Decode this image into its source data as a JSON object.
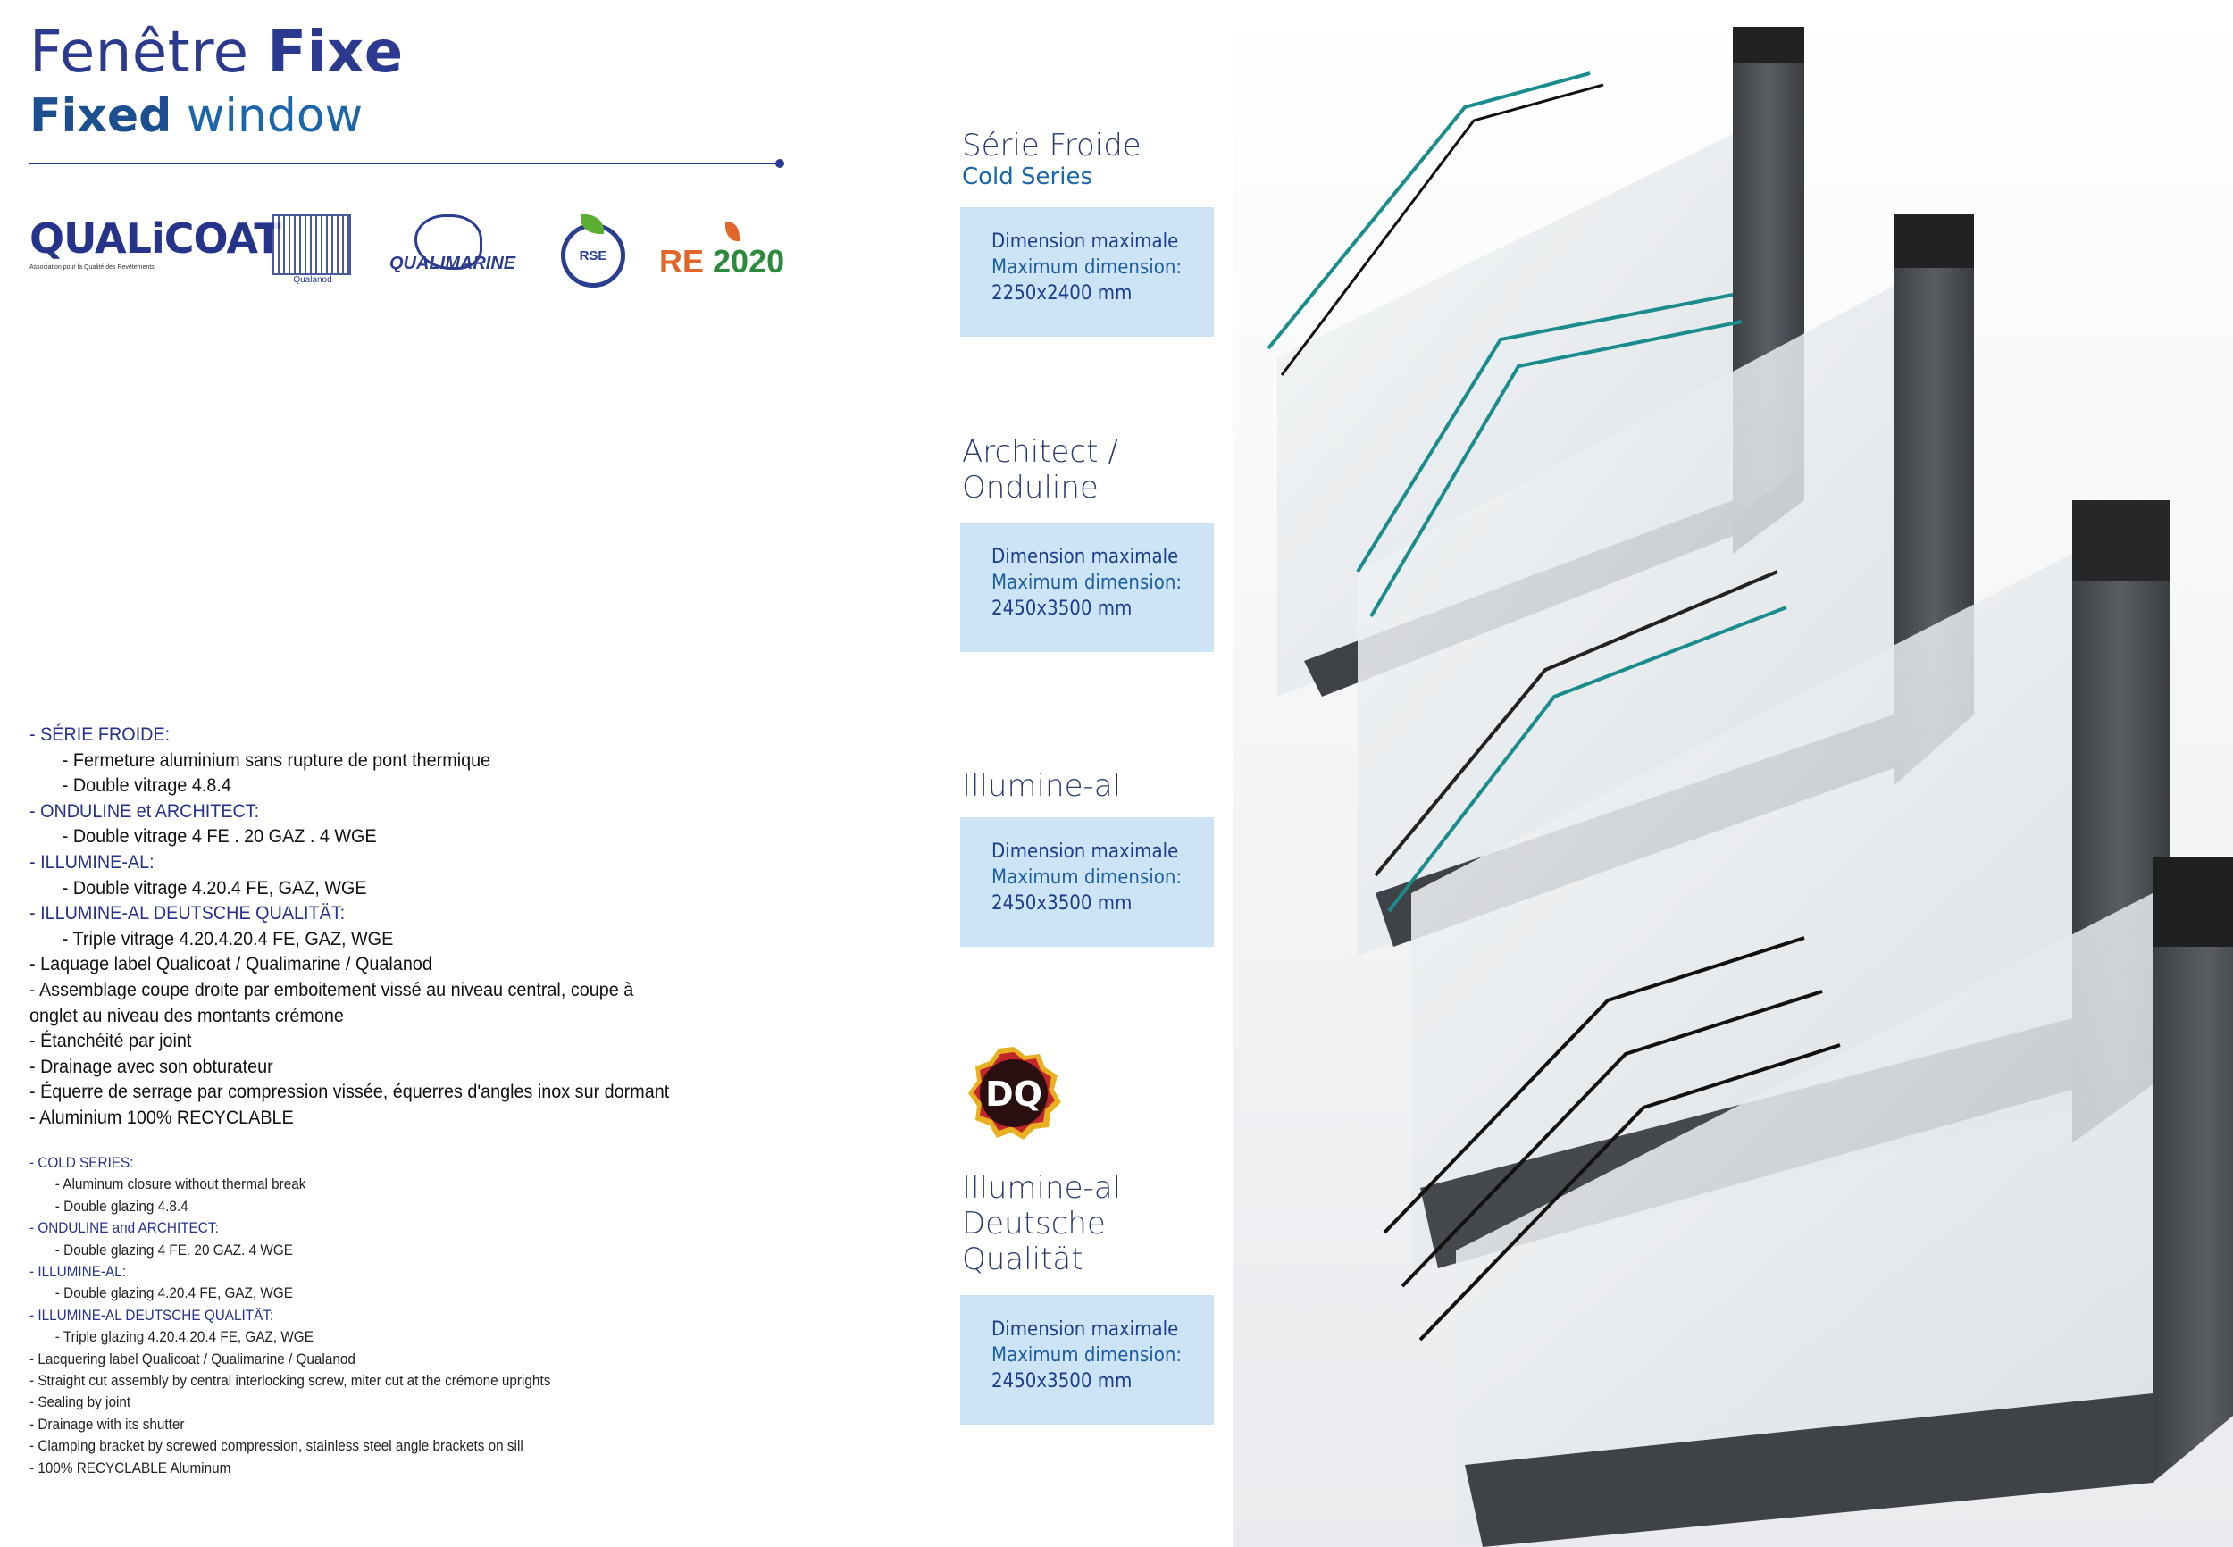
{
  "header": {
    "title_fr_light": "Fenêtre ",
    "title_fr_bold": "Fixe",
    "title_en_bold": "Fixed",
    "title_en_light": " window"
  },
  "logos": {
    "qualicoat": "QUALiCOAT",
    "qualicoat_sub": "Association pour la Qualité des Revêtements",
    "qualanod_sub": "Qualanod",
    "qualimarine": "QUALIMARINE",
    "rse": "RSE",
    "re2020_re": "RE",
    "re2020_year": "2020"
  },
  "specs_fr": [
    {
      "text": "- SÉRIE FROIDE:",
      "type": "head"
    },
    {
      "text": "- Fermeture aluminium sans rupture de pont thermique",
      "type": "ind"
    },
    {
      "text": "- Double vitrage 4.8.4",
      "type": "ind"
    },
    {
      "text": "- ONDULINE et ARCHITECT:",
      "type": "head"
    },
    {
      "text": "- Double vitrage 4 FE . 20 GAZ . 4 WGE",
      "type": "ind"
    },
    {
      "text": "- ILLUMINE-AL:",
      "type": "head"
    },
    {
      "text": "- Double vitrage 4.20.4 FE, GAZ, WGE",
      "type": "ind"
    },
    {
      "text": "- ILLUMINE-AL DEUTSCHE QUALITÄT:",
      "type": "head"
    },
    {
      "text": "- Triple vitrage 4.20.4.20.4 FE, GAZ, WGE",
      "type": "ind"
    },
    {
      "text": "- Laquage label Qualicoat / Qualimarine / Qualanod",
      "type": "plain"
    },
    {
      "text": "- Assemblage coupe droite par emboitement vissé au niveau central, coupe à",
      "type": "plain"
    },
    {
      "text": "onglet au niveau des montants crémone",
      "type": "plain"
    },
    {
      "text": "- Étanchéité par joint",
      "type": "plain"
    },
    {
      "text": "- Drainage avec son obturateur",
      "type": "plain"
    },
    {
      "text": "- Équerre de serrage par compression vissée, équerres d'angles inox sur dormant",
      "type": "plain"
    },
    {
      "text": "- Aluminium 100% RECYCLABLE",
      "type": "plain"
    }
  ],
  "specs_en": [
    {
      "text": "- COLD SERIES:",
      "type": "head"
    },
    {
      "text": "- Aluminum closure without thermal break",
      "type": "ind"
    },
    {
      "text": "- Double glazing 4.8.4",
      "type": "ind"
    },
    {
      "text": "- ONDULINE and ARCHITECT:",
      "type": "head"
    },
    {
      "text": "- Double glazing 4 FE. 20 GAZ. 4 WGE",
      "type": "ind"
    },
    {
      "text": "- ILLUMINE-AL:",
      "type": "head"
    },
    {
      "text": "- Double glazing 4.20.4 FE, GAZ, WGE",
      "type": "ind"
    },
    {
      "text": "- ILLUMINE-AL DEUTSCHE QUALITÄT:",
      "type": "head"
    },
    {
      "text": "- Triple glazing 4.20.4.20.4 FE, GAZ, WGE",
      "type": "ind"
    },
    {
      "text": "- Lacquering label Qualicoat / Qualimarine / Qualanod",
      "type": "plain"
    },
    {
      "text": "- Straight cut assembly by central interlocking screw, miter cut at the crémone uprights",
      "type": "plain"
    },
    {
      "text": "- Sealing by joint",
      "type": "plain"
    },
    {
      "text": "- Drainage with its shutter",
      "type": "plain"
    },
    {
      "text": "- Clamping bracket by screwed compression, stainless steel angle brackets on sill",
      "type": "plain"
    },
    {
      "text": "- 100% RECYCLABLE Aluminum",
      "type": "plain"
    }
  ],
  "series": [
    {
      "name_lines": [
        "Série Froide"
      ],
      "sub": "Cold Series",
      "dim_fr": "Dimension maximale",
      "dim_en": "Maximum dimension:",
      "dim_value": "2250x2400 mm"
    },
    {
      "name_lines": [
        "Architect /",
        "Onduline"
      ],
      "sub": "",
      "dim_fr": "Dimension maximale",
      "dim_en": "Maximum dimension:",
      "dim_value": "2450x3500 mm"
    },
    {
      "name_lines": [
        "Illumine-al"
      ],
      "sub": "",
      "dim_fr": "Dimension maximale",
      "dim_en": "Maximum dimension:",
      "dim_value": "2450x3500 mm"
    },
    {
      "name_lines": [
        "Illumine-al",
        "Deutsche",
        "Qualität"
      ],
      "sub": "",
      "dim_fr": "Dimension maximale",
      "dim_en": "Maximum dimension:",
      "dim_value": "2450x3500 mm"
    }
  ],
  "dq_badge": "DQ",
  "colors": {
    "brand_navy": "#2b3a8e",
    "brand_blue": "#1b66a8",
    "dim_box": "#cde4f7",
    "frame_gray": "#4a4d52",
    "glass_teal": "#1a8c8c"
  }
}
